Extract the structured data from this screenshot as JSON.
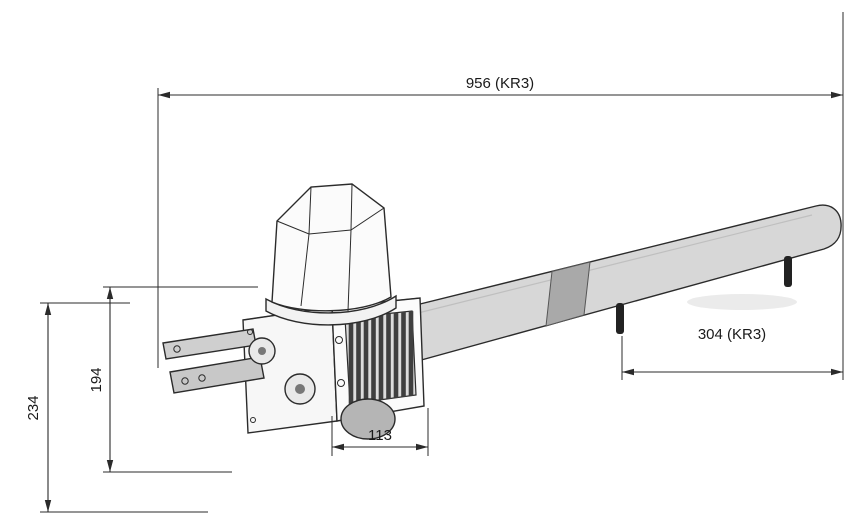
{
  "diagram": {
    "dimension_labels": {
      "overall_length": "956 (KR3)",
      "boom_section_length": "304 (KR3)",
      "overall_height": "234",
      "intermediate_height": "194",
      "housing_width": "113"
    },
    "colors": {
      "line": "#2b2b2b",
      "boom_fill": "#d7d7d7",
      "boom_band": "#a9a9a9",
      "grille_slat": "#3f3f3f"
    }
  }
}
